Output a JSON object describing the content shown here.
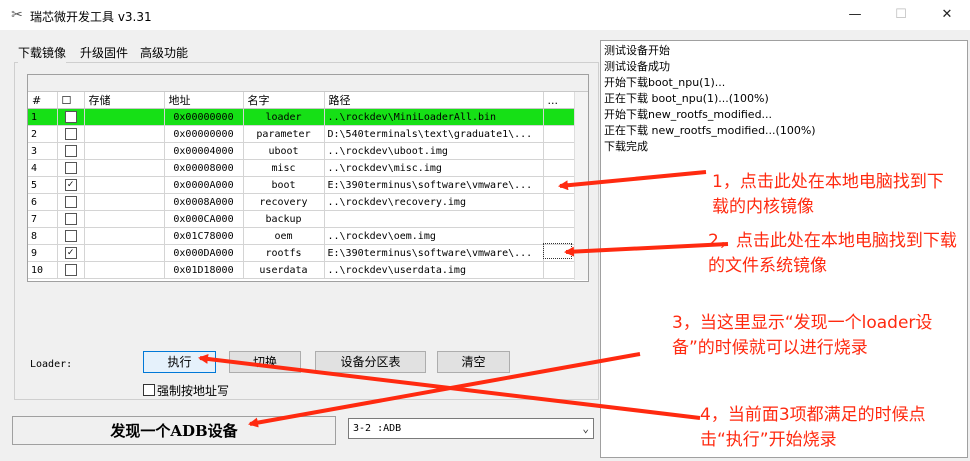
{
  "window": {
    "title": "瑞芯微开发工具 v3.31",
    "minimize": "—",
    "maximize": "☐",
    "close": "✕"
  },
  "tabs": [
    "下载镜像",
    "升级固件",
    "高级功能"
  ],
  "table": {
    "headers": [
      "#",
      "☐",
      "存储",
      "地址",
      "名字",
      "路径",
      "..."
    ],
    "rows": [
      {
        "num": "1",
        "checked": false,
        "storage": "",
        "address": "0x00000000",
        "name": "loader",
        "path": "..\\rockdev\\MiniLoaderAll.bin"
      },
      {
        "num": "2",
        "checked": false,
        "storage": "",
        "address": "0x00000000",
        "name": "parameter",
        "path": "D:\\540terminals\\text\\graduate1\\..."
      },
      {
        "num": "3",
        "checked": false,
        "storage": "",
        "address": "0x00004000",
        "name": "uboot",
        "path": "..\\rockdev\\uboot.img"
      },
      {
        "num": "4",
        "checked": false,
        "storage": "",
        "address": "0x00008000",
        "name": "misc",
        "path": "..\\rockdev\\misc.img"
      },
      {
        "num": "5",
        "checked": true,
        "storage": "",
        "address": "0x0000A000",
        "name": "boot",
        "path": "E:\\390terminus\\software\\vmware\\..."
      },
      {
        "num": "6",
        "checked": false,
        "storage": "",
        "address": "0x0008A000",
        "name": "recovery",
        "path": "..\\rockdev\\recovery.img"
      },
      {
        "num": "7",
        "checked": false,
        "storage": "",
        "address": "0x000CA000",
        "name": "backup",
        "path": ""
      },
      {
        "num": "8",
        "checked": false,
        "storage": "",
        "address": "0x01C78000",
        "name": "oem",
        "path": "..\\rockdev\\oem.img"
      },
      {
        "num": "9",
        "checked": true,
        "storage": "",
        "address": "0x000DA000",
        "name": "rootfs",
        "path": "E:\\390terminus\\software\\vmware\\..."
      },
      {
        "num": "10",
        "checked": false,
        "storage": "",
        "address": "0x01D18000",
        "name": "userdata",
        "path": "..\\rockdev\\userdata.img"
      }
    ]
  },
  "controls": {
    "loader_label": "Loader:",
    "run": "执行",
    "switch": "切换",
    "partition": "设备分区表",
    "clear": "清空",
    "force_addr": "强制按地址写"
  },
  "status": {
    "text": "发现一个ADB设备",
    "device_select": "3-2 :ADB"
  },
  "log": [
    "测试设备开始",
    "测试设备成功",
    "开始下载boot_npu(1)...",
    "正在下载 boot_npu(1)...(100%)",
    "开始下载new_rootfs_modified...",
    "正在下载 new_rootfs_modified...(100%)",
    "下载完成"
  ],
  "annotations": {
    "note1": "1，点击此处在本地电脑找到下载的内核镜像",
    "note2": "2，点击此处在本地电脑找到下载的文件系统镜像",
    "note3": "3，当这里显示“发现一个loader设备”的时候就可以进行烧录",
    "note4": "4，当前面3项都满足的时候点击“执行”开始烧录",
    "color": "#ff2a10"
  },
  "colors": {
    "selected_row": "#16e016",
    "window_bg": "#f0f0f0"
  }
}
